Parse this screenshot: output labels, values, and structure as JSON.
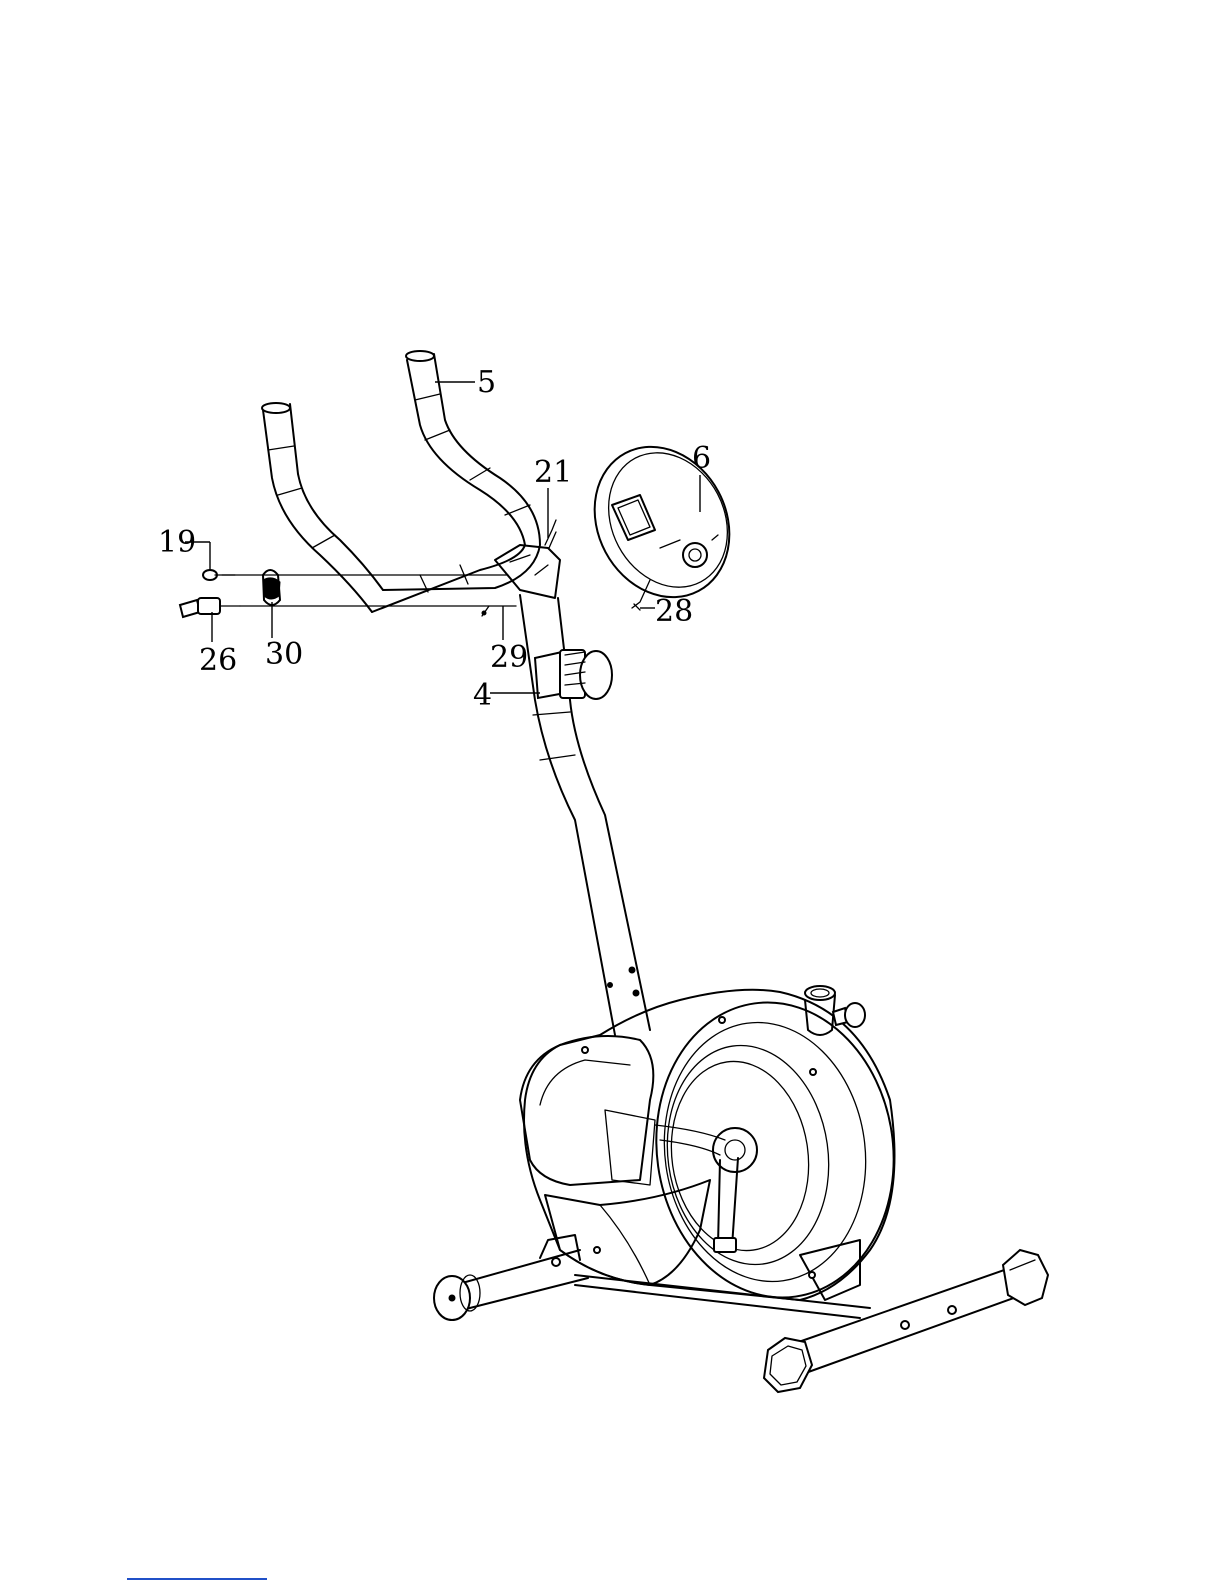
{
  "labels": {
    "p5": "5",
    "p6": "6",
    "p21": "21",
    "p19": "19",
    "p26": "26",
    "p30": "30",
    "p29": "29",
    "p28": "28",
    "p4": "4"
  },
  "colors": {
    "line": "#000000",
    "background": "#ffffff",
    "footer_rule": "#2050c8"
  }
}
